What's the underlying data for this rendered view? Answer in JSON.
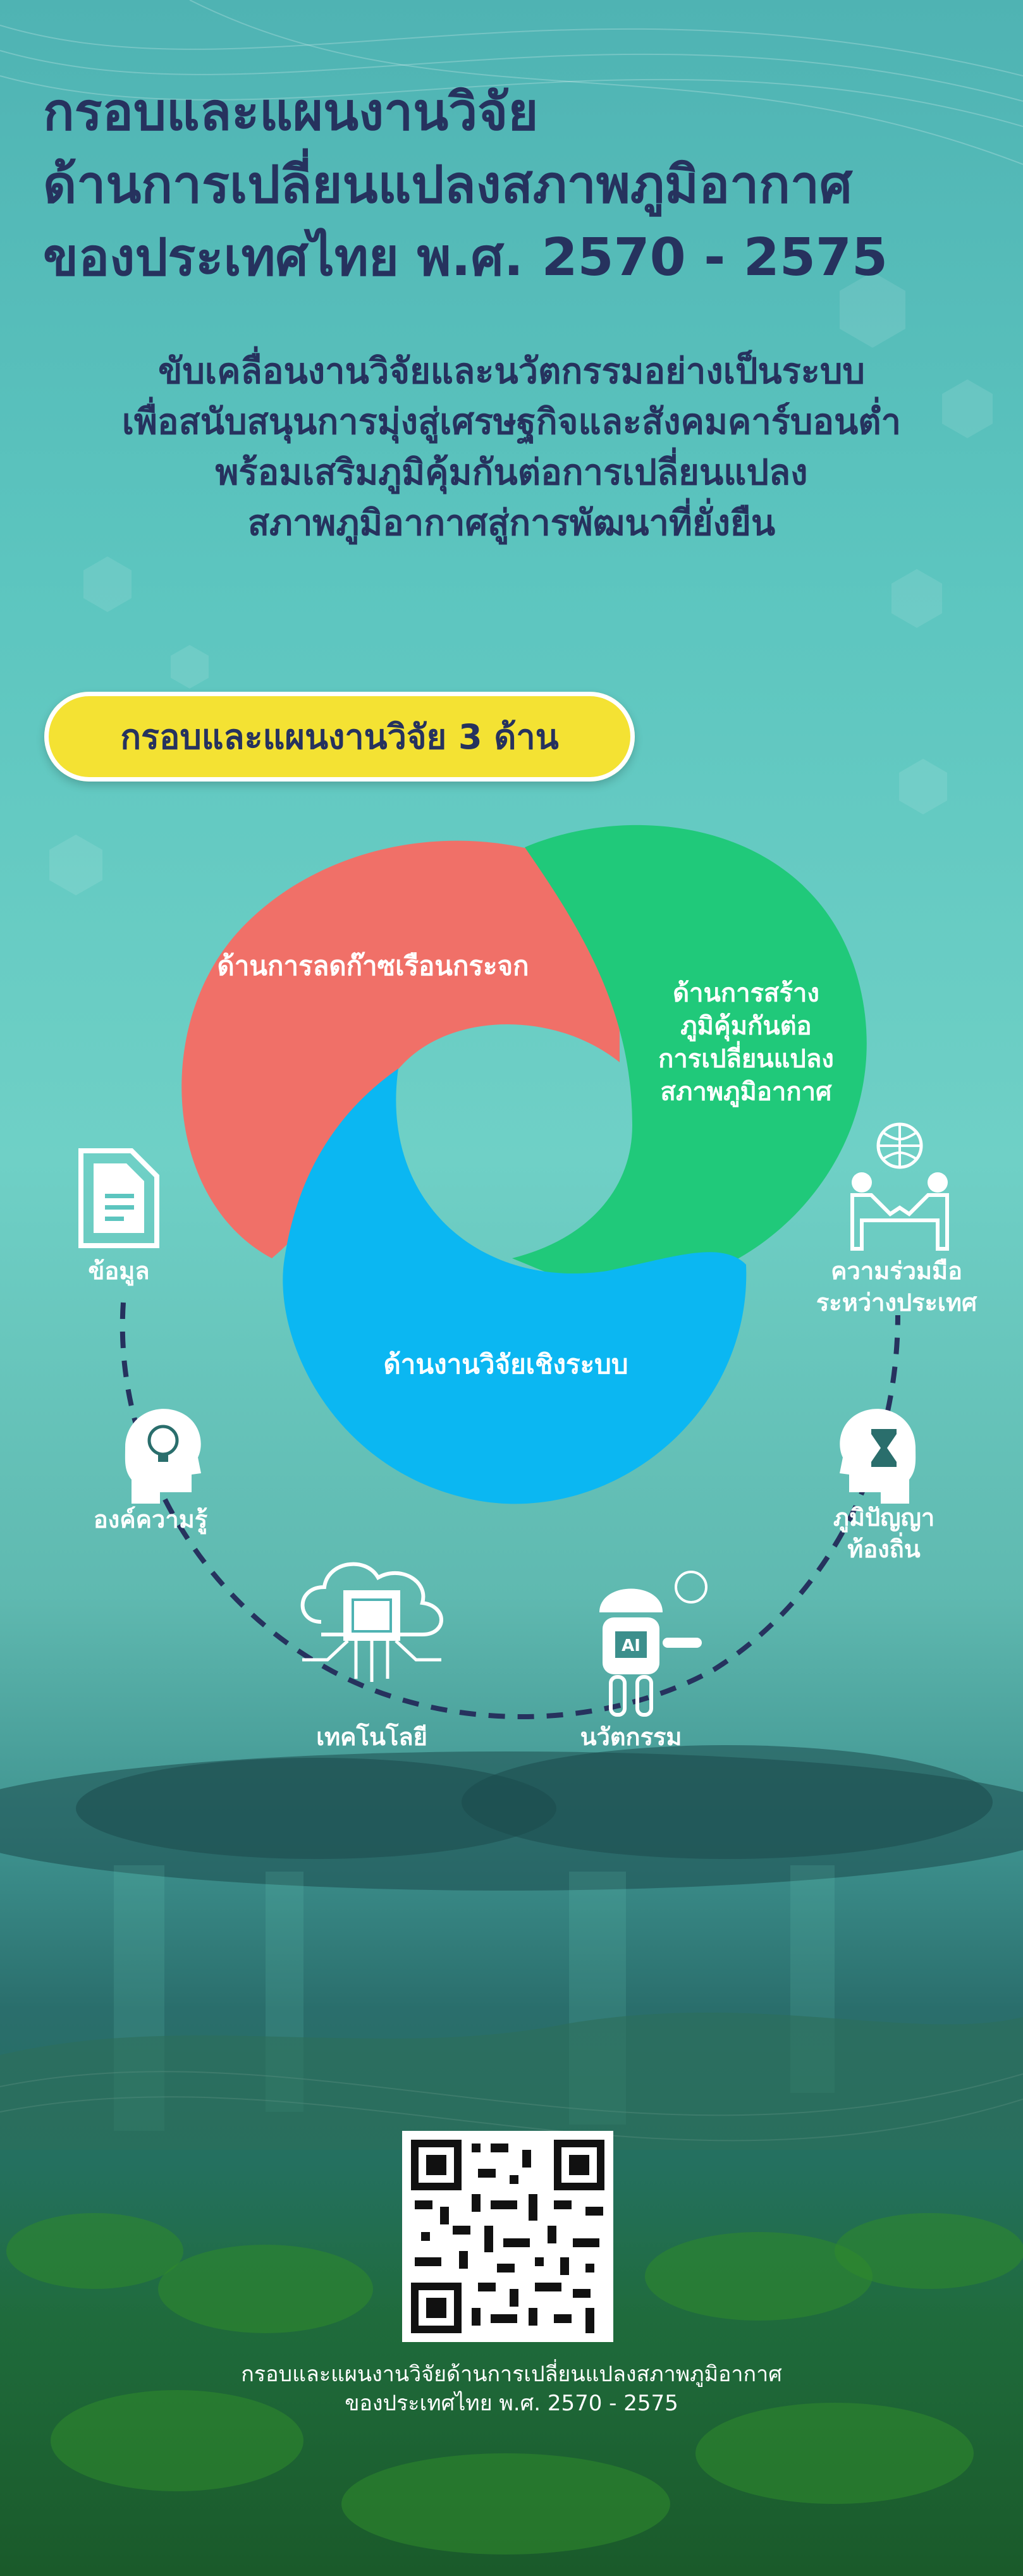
{
  "title_lines": [
    "กรอบและแผนงานวิจัย",
    "ด้านการเปลี่ยนแปลงสภาพภูมิอากาศ",
    "ของประเทศไทย พ.ศ. 2570 - 2575"
  ],
  "subtitle_lines": [
    "ขับเคลื่อนงานวิจัยและนวัตกรรมอย่างเป็นระบบ",
    "เพื่อสนับสนุนการมุ่งสู่เศรษฐกิจและสังคมคาร์บอนต่ำ",
    "พร้อมเสริมภูมิคุ้มกันต่อการเปลี่ยนแปลง",
    "สภาพภูมิอากาศสู่การพัฒนาที่ยั่งยืน"
  ],
  "pill_label": "กรอบและแผนงานวิจัย 3 ด้าน",
  "segments": {
    "mitigation": {
      "label": "ด้านการลดก๊าซเรือนกระจก",
      "color": "#f07068"
    },
    "adaptation": {
      "lines": [
        "ด้านการสร้าง",
        "ภูมิคุ้มกันต่อ",
        "การเปลี่ยนแปลง",
        "สภาพภูมิอากาศ"
      ],
      "color": "#20c97a"
    },
    "systems": {
      "label": "ด้านงานวิจัยเชิงระบบ",
      "color": "#0bb7f2"
    }
  },
  "enablers": {
    "data": {
      "label": "ข้อมูล",
      "icon": "document-icon"
    },
    "knowledge": {
      "label": "องค์ความรู้",
      "icon": "head-lightbulb-icon"
    },
    "technology": {
      "label": "เทคโนโลยี",
      "icon": "cloud-chip-icon"
    },
    "innovation": {
      "label": "นวัตกรรม",
      "icon": "ai-robot-icon"
    },
    "local_wisdom": {
      "lines": [
        "ภูมิปัญญา",
        "ท้องถิ่น"
      ],
      "icon": "head-hourglass-icon"
    },
    "cooperation": {
      "lines": [
        "ความร่วมมือ",
        "ระหว่างประเทศ"
      ],
      "icon": "handshake-globe-icon"
    }
  },
  "qr": {
    "icon": "qr-code"
  },
  "footer_lines": [
    "กรอบและแผนงานวิจัยด้านการเปลี่ยนแปลงสภาพภูมิอากาศ",
    "ของประเทศไทย พ.ศ. 2570 - 2575"
  ]
}
